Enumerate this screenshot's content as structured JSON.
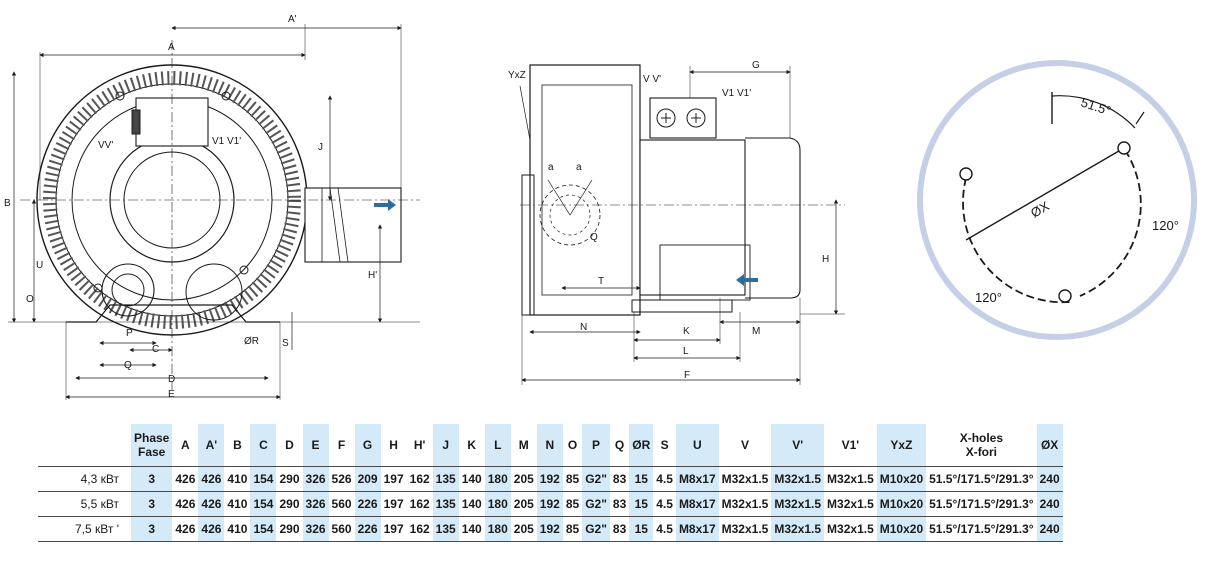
{
  "drawing": {
    "front_view": {
      "labels": [
        "A'",
        "A",
        "B",
        "J",
        "H'",
        "VV'",
        "V1 V1'",
        "U",
        "O",
        "P",
        "C",
        "Q",
        "D",
        "E",
        "ØR",
        "S"
      ]
    },
    "side_view": {
      "labels": [
        "YxZ",
        "V V'",
        "V1 V1'",
        "G",
        "a",
        "a",
        "Q",
        "T",
        "H",
        "N",
        "K",
        "M",
        "L",
        "F"
      ]
    },
    "hole_pattern": {
      "labels": [
        "51.5°",
        "ØX",
        "120°",
        "120°"
      ],
      "circle_color": "#c5cfe6"
    }
  },
  "table": {
    "columns": [
      {
        "label": "Phase\nFase",
        "highlight": true
      },
      {
        "label": "A",
        "highlight": false
      },
      {
        "label": "A'",
        "highlight": true
      },
      {
        "label": "B",
        "highlight": false
      },
      {
        "label": "C",
        "highlight": true
      },
      {
        "label": "D",
        "highlight": false
      },
      {
        "label": "E",
        "highlight": true
      },
      {
        "label": "F",
        "highlight": false
      },
      {
        "label": "G",
        "highlight": true
      },
      {
        "label": "H",
        "highlight": false
      },
      {
        "label": "H'",
        "highlight": false
      },
      {
        "label": "J",
        "highlight": true
      },
      {
        "label": "K",
        "highlight": false
      },
      {
        "label": "L",
        "highlight": true
      },
      {
        "label": "M",
        "highlight": false
      },
      {
        "label": "N",
        "highlight": true
      },
      {
        "label": "O",
        "highlight": false
      },
      {
        "label": "P",
        "highlight": true
      },
      {
        "label": "Q",
        "highlight": false
      },
      {
        "label": "ØR",
        "highlight": true
      },
      {
        "label": "S",
        "highlight": false
      },
      {
        "label": "U",
        "highlight": true
      },
      {
        "label": "V",
        "highlight": false
      },
      {
        "label": "V'",
        "highlight": true
      },
      {
        "label": "V1'",
        "highlight": false
      },
      {
        "label": "YxZ",
        "highlight": true
      },
      {
        "label": "X-holes\nX-fori",
        "highlight": false
      },
      {
        "label": "ØX",
        "highlight": true
      }
    ],
    "rows": [
      {
        "power": "4,3 кВт",
        "values": [
          "3",
          "426",
          "426",
          "410",
          "154",
          "290",
          "326",
          "526",
          "209",
          "197",
          "162",
          "135",
          "140",
          "180",
          "205",
          "192",
          "85",
          "G2\"",
          "83",
          "15",
          "4.5",
          "M8x17",
          "M32x1.5",
          "M32x1.5",
          "M32x1.5",
          "M10x20",
          "51.5°/171.5°/291.3°",
          "240"
        ]
      },
      {
        "power": "5,5 кВт",
        "values": [
          "3",
          "426",
          "426",
          "410",
          "154",
          "290",
          "326",
          "560",
          "226",
          "197",
          "162",
          "135",
          "140",
          "180",
          "205",
          "192",
          "85",
          "G2\"",
          "83",
          "15",
          "4.5",
          "M8x17",
          "M32x1.5",
          "M32x1.5",
          "M32x1.5",
          "M10x20",
          "51.5°/171.5°/291.3°",
          "240"
        ]
      },
      {
        "power": "7,5 кВт '",
        "values": [
          "3",
          "426",
          "426",
          "410",
          "154",
          "290",
          "326",
          "560",
          "226",
          "197",
          "162",
          "135",
          "140",
          "180",
          "205",
          "192",
          "85",
          "G2\"",
          "83",
          "15",
          "4.5",
          "M8x17",
          "M32x1.5",
          "M32x1.5",
          "M32x1.5",
          "M10x20",
          "51.5°/171.5°/291.3°",
          "240"
        ]
      }
    ]
  },
  "colors": {
    "highlight": "#d5eaf8",
    "arrow": "#2a6ea0",
    "line": "#1a1a1a"
  }
}
